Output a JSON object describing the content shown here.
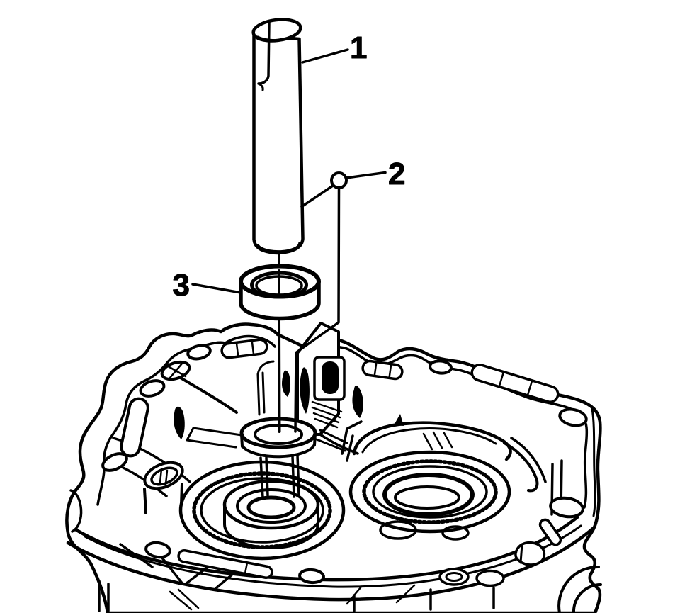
{
  "figure": {
    "kind": "service-manual line illustration",
    "description": "Cylindrical driver tool (1) aligned over a guide pin (2) to press a bearing (3) into a transaxle case bore",
    "callouts": [
      {
        "label": "1"
      },
      {
        "label": "2"
      },
      {
        "label": "3"
      }
    ],
    "colors": {
      "ink": "#000000",
      "paper": "#ffffff"
    }
  }
}
